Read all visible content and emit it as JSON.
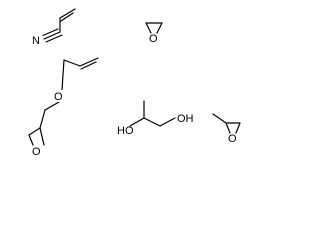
{
  "molecules": [
    {
      "name": "acrylonitrile",
      "atoms": {
        "n": "N"
      }
    },
    {
      "name": "ethylene-oxide",
      "atoms": {
        "o": "O"
      }
    },
    {
      "name": "allyl-glycidyl-ether",
      "atoms": {
        "o_ether": "O",
        "o_ring": "O"
      }
    },
    {
      "name": "propylene-glycol",
      "atoms": {
        "oh1": "HO",
        "oh2": "OH"
      }
    },
    {
      "name": "propylene-oxide",
      "atoms": {
        "o": "O"
      }
    }
  ]
}
